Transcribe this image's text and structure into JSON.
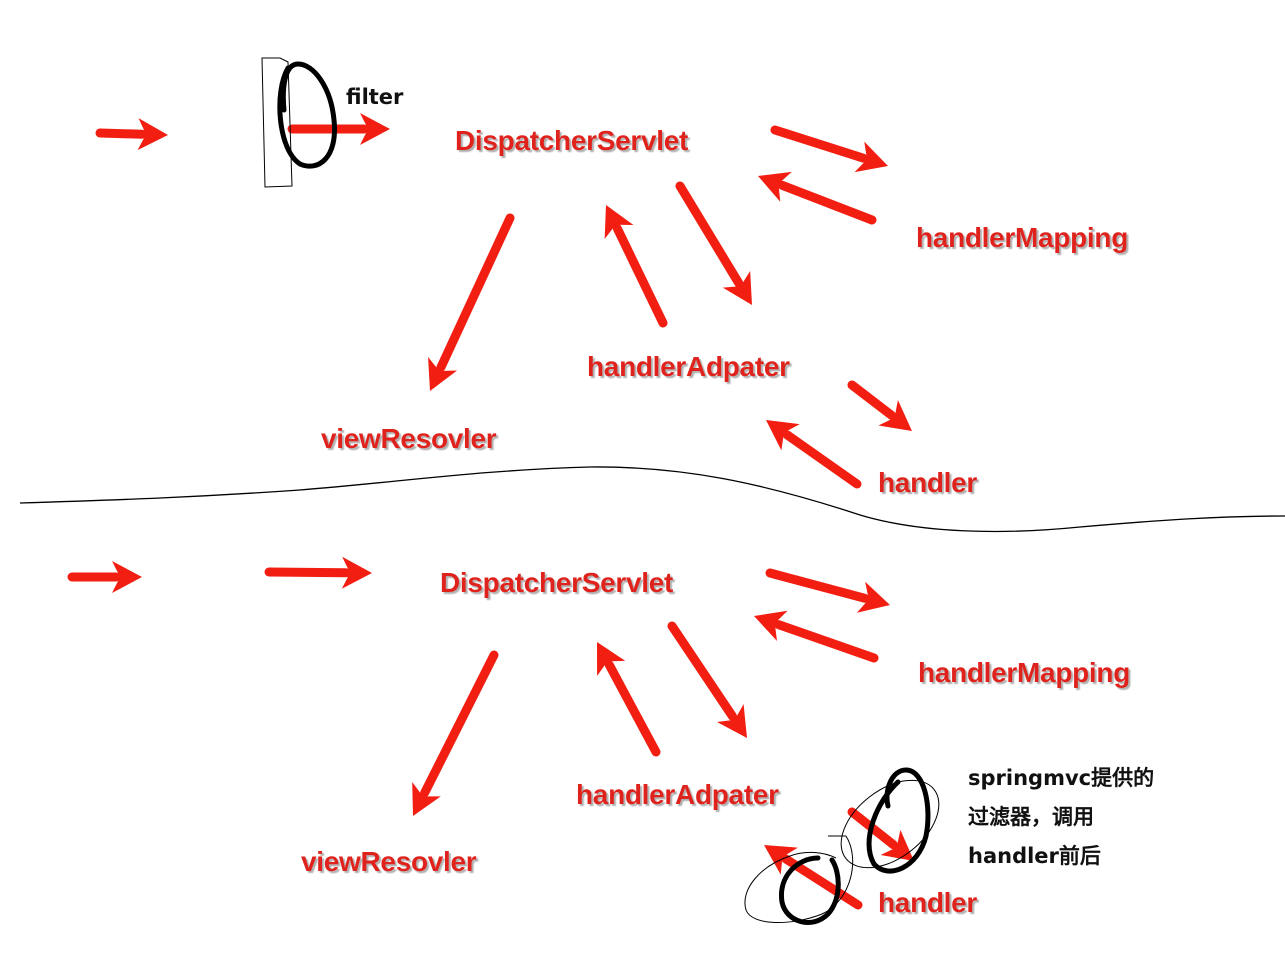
{
  "colors": {
    "arrow": "#f21e12",
    "label": "#e0241d",
    "label_shadow": "#b0b0b0",
    "ink": "#000000",
    "note": "#111111"
  },
  "top": {
    "dispatcher": "DispatcherServlet",
    "handler_mapping": "handlerMapping",
    "handler_adapter": "handlerAdpater",
    "view_resolver": "viewResovler",
    "handler": "handler",
    "filter_note": "filter"
  },
  "bottom": {
    "dispatcher": "DispatcherServlet",
    "handler_mapping": "handlerMapping",
    "handler_adapter": "handlerAdpater",
    "view_resolver": "viewResovler",
    "handler": "handler",
    "interceptor_note": [
      "springmvc提供的",
      "过滤器，调用",
      "handler前后"
    ]
  }
}
